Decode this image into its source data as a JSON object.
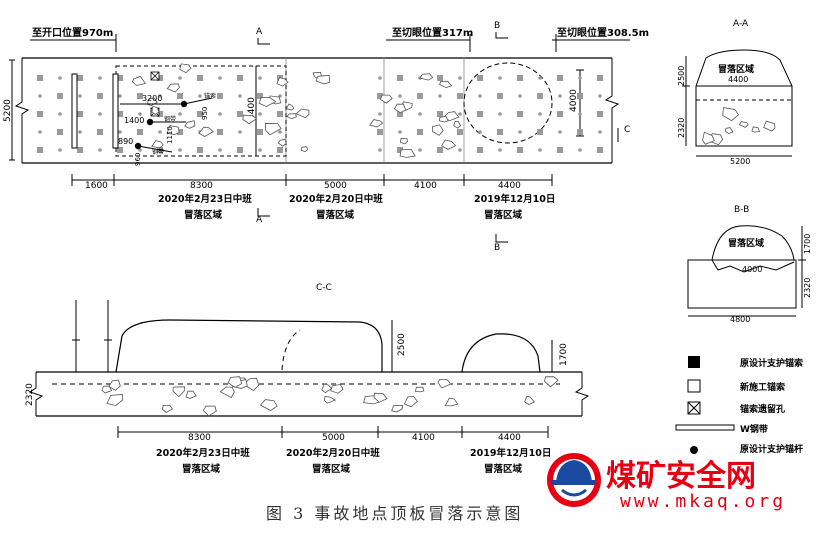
{
  "plan": {
    "top_labels": [
      "至开口位置970m",
      "至切眼位置317m",
      "至切眼位置308.5m"
    ],
    "section_letters": {
      "a_top": "A",
      "a_bottom": "A",
      "b_top": "B",
      "b_bottom": "B",
      "c_right": "C"
    },
    "side_width": "5200",
    "inner_width": "4400",
    "right_span": "4000",
    "bottom_dims": [
      "1600",
      "8300",
      "5000",
      "4100",
      "4400"
    ],
    "zones": [
      {
        "date": "2020年2月23日中班",
        "label": "冒落区域"
      },
      {
        "date": "2020年2月20日中班",
        "label": "冒落区域"
      },
      {
        "date": "2019年12月10日",
        "label": "冒落区域"
      }
    ],
    "inner_dims": [
      "3200",
      "1400",
      "950",
      "890",
      "1110",
      "960"
    ],
    "small_labels": [
      "锚索",
      "钢带",
      "钢带"
    ]
  },
  "section_aa": {
    "title": "A-A",
    "height_top": "2500",
    "height_bottom": "2320",
    "top_width": "4400",
    "bottom_width": "5200",
    "label": "冒落区域"
  },
  "section_bb": {
    "title": "B-B",
    "height_top": "1700",
    "height_bottom": "2320",
    "top_width": "4000",
    "bottom_width": "4800",
    "label": "冒落区域"
  },
  "section_cc": {
    "title": "C-C",
    "left_height": "2320",
    "height_2500": "2500",
    "height_1700": "1700",
    "bottom_dims": [
      "8300",
      "5000",
      "4100",
      "4400"
    ],
    "zones": [
      {
        "date": "2020年2月23日中班",
        "label": "冒落区域"
      },
      {
        "date": "2020年2月20日中班",
        "label": "冒落区域"
      },
      {
        "date": "2019年12月10日",
        "label": "冒落区域"
      }
    ]
  },
  "legend": [
    {
      "icon": "filled-square-icon",
      "label": "原设计支护锚索"
    },
    {
      "icon": "empty-square-icon",
      "label": "新施工锚索"
    },
    {
      "icon": "crossed-square-icon",
      "label": "锚索遗留孔"
    },
    {
      "icon": "steel-strap-icon",
      "label": "W钢带"
    },
    {
      "icon": "dot-icon",
      "label": "原设计支护锚杆"
    }
  ],
  "caption": "图 3 事故地点顶板冒落示意图",
  "watermark": {
    "name": "煤矿安全网",
    "url": "www.mkaq.org",
    "color": "#e60012"
  }
}
